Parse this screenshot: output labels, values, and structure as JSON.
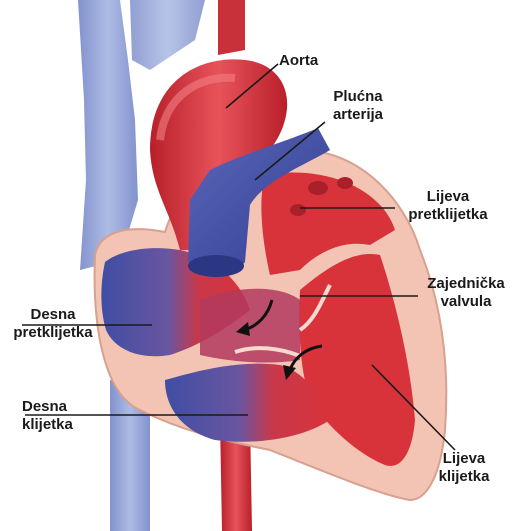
{
  "labels": {
    "aorta": "Aorta",
    "pulmonary_artery": [
      "Plućna",
      "arterija"
    ],
    "left_atrium": [
      "Lijeva",
      "pretklijetka"
    ],
    "common_valve": [
      "Zajednička",
      "valvula"
    ],
    "right_atrium": [
      "Desna",
      "pretklijetka"
    ],
    "right_ventricle": [
      "Desna",
      "klijetka"
    ],
    "left_ventricle": [
      "Lijeva",
      "klijetka"
    ]
  },
  "colors": {
    "oxygenated": "#d8333b",
    "deoxygenated": "#4d5aa8",
    "muscle": "#f3c4b4",
    "background": "#ffffff"
  }
}
